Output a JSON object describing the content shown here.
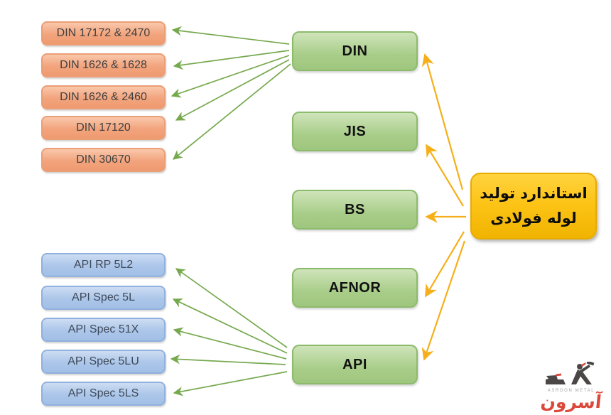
{
  "diagram": {
    "root": {
      "line1": "استاندارد تولید",
      "line2": "لوله فولادی"
    },
    "standards": [
      "DIN",
      "JIS",
      "BS",
      "AFNOR",
      "API"
    ],
    "din_substandards": [
      "DIN 17172 & 2470",
      "DIN 1626 & 1628",
      "DIN 1626 & 2460",
      "DIN 17120",
      "DIN 30670"
    ],
    "api_substandards": [
      "API RP 5L2",
      "API Spec 5L",
      "API Spec 51X",
      "API Spec 5LU",
      "API Spec 5LS"
    ]
  },
  "watermark": {
    "brand_en": "ASROON METAL",
    "brand_fa": "آسرون"
  },
  "colors": {
    "orange_node": "#F2A47D",
    "blue_node": "#ABC6E9",
    "green_node": "#A8CD89",
    "yellow_node": "#FDC417",
    "green_arrow": "#76A94E",
    "yellow_arrow": "#F6AF1A",
    "brand_red": "#D93A2B"
  }
}
